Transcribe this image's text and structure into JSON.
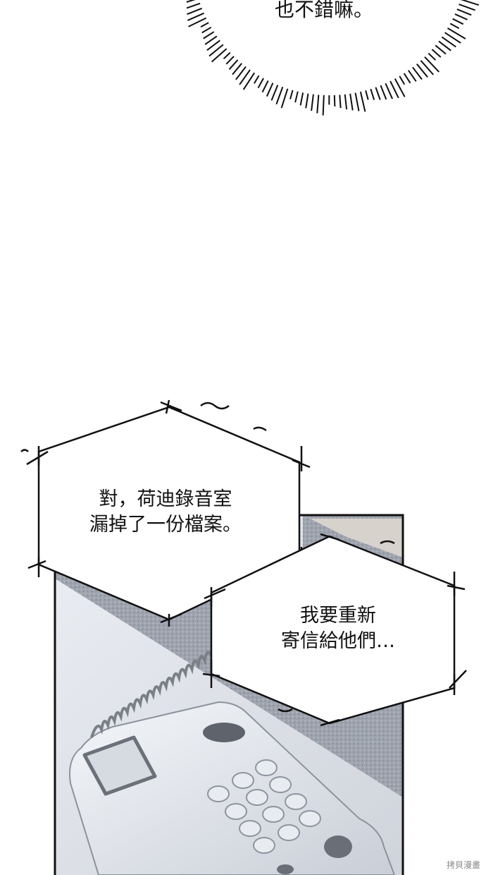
{
  "burst": {
    "text": "也不錯嘛。"
  },
  "bubble1": {
    "lines": [
      "對，荷迪錄音室",
      "漏掉了一份檔案。"
    ]
  },
  "bubble2": {
    "lines": [
      "我要重新",
      "寄信給他們…"
    ]
  },
  "watermark": {
    "text": "拷貝漫畫"
  },
  "colors": {
    "carpet": "#9aa0ab",
    "phone": "#e6e9ef",
    "frame": "#1a1a1a"
  }
}
